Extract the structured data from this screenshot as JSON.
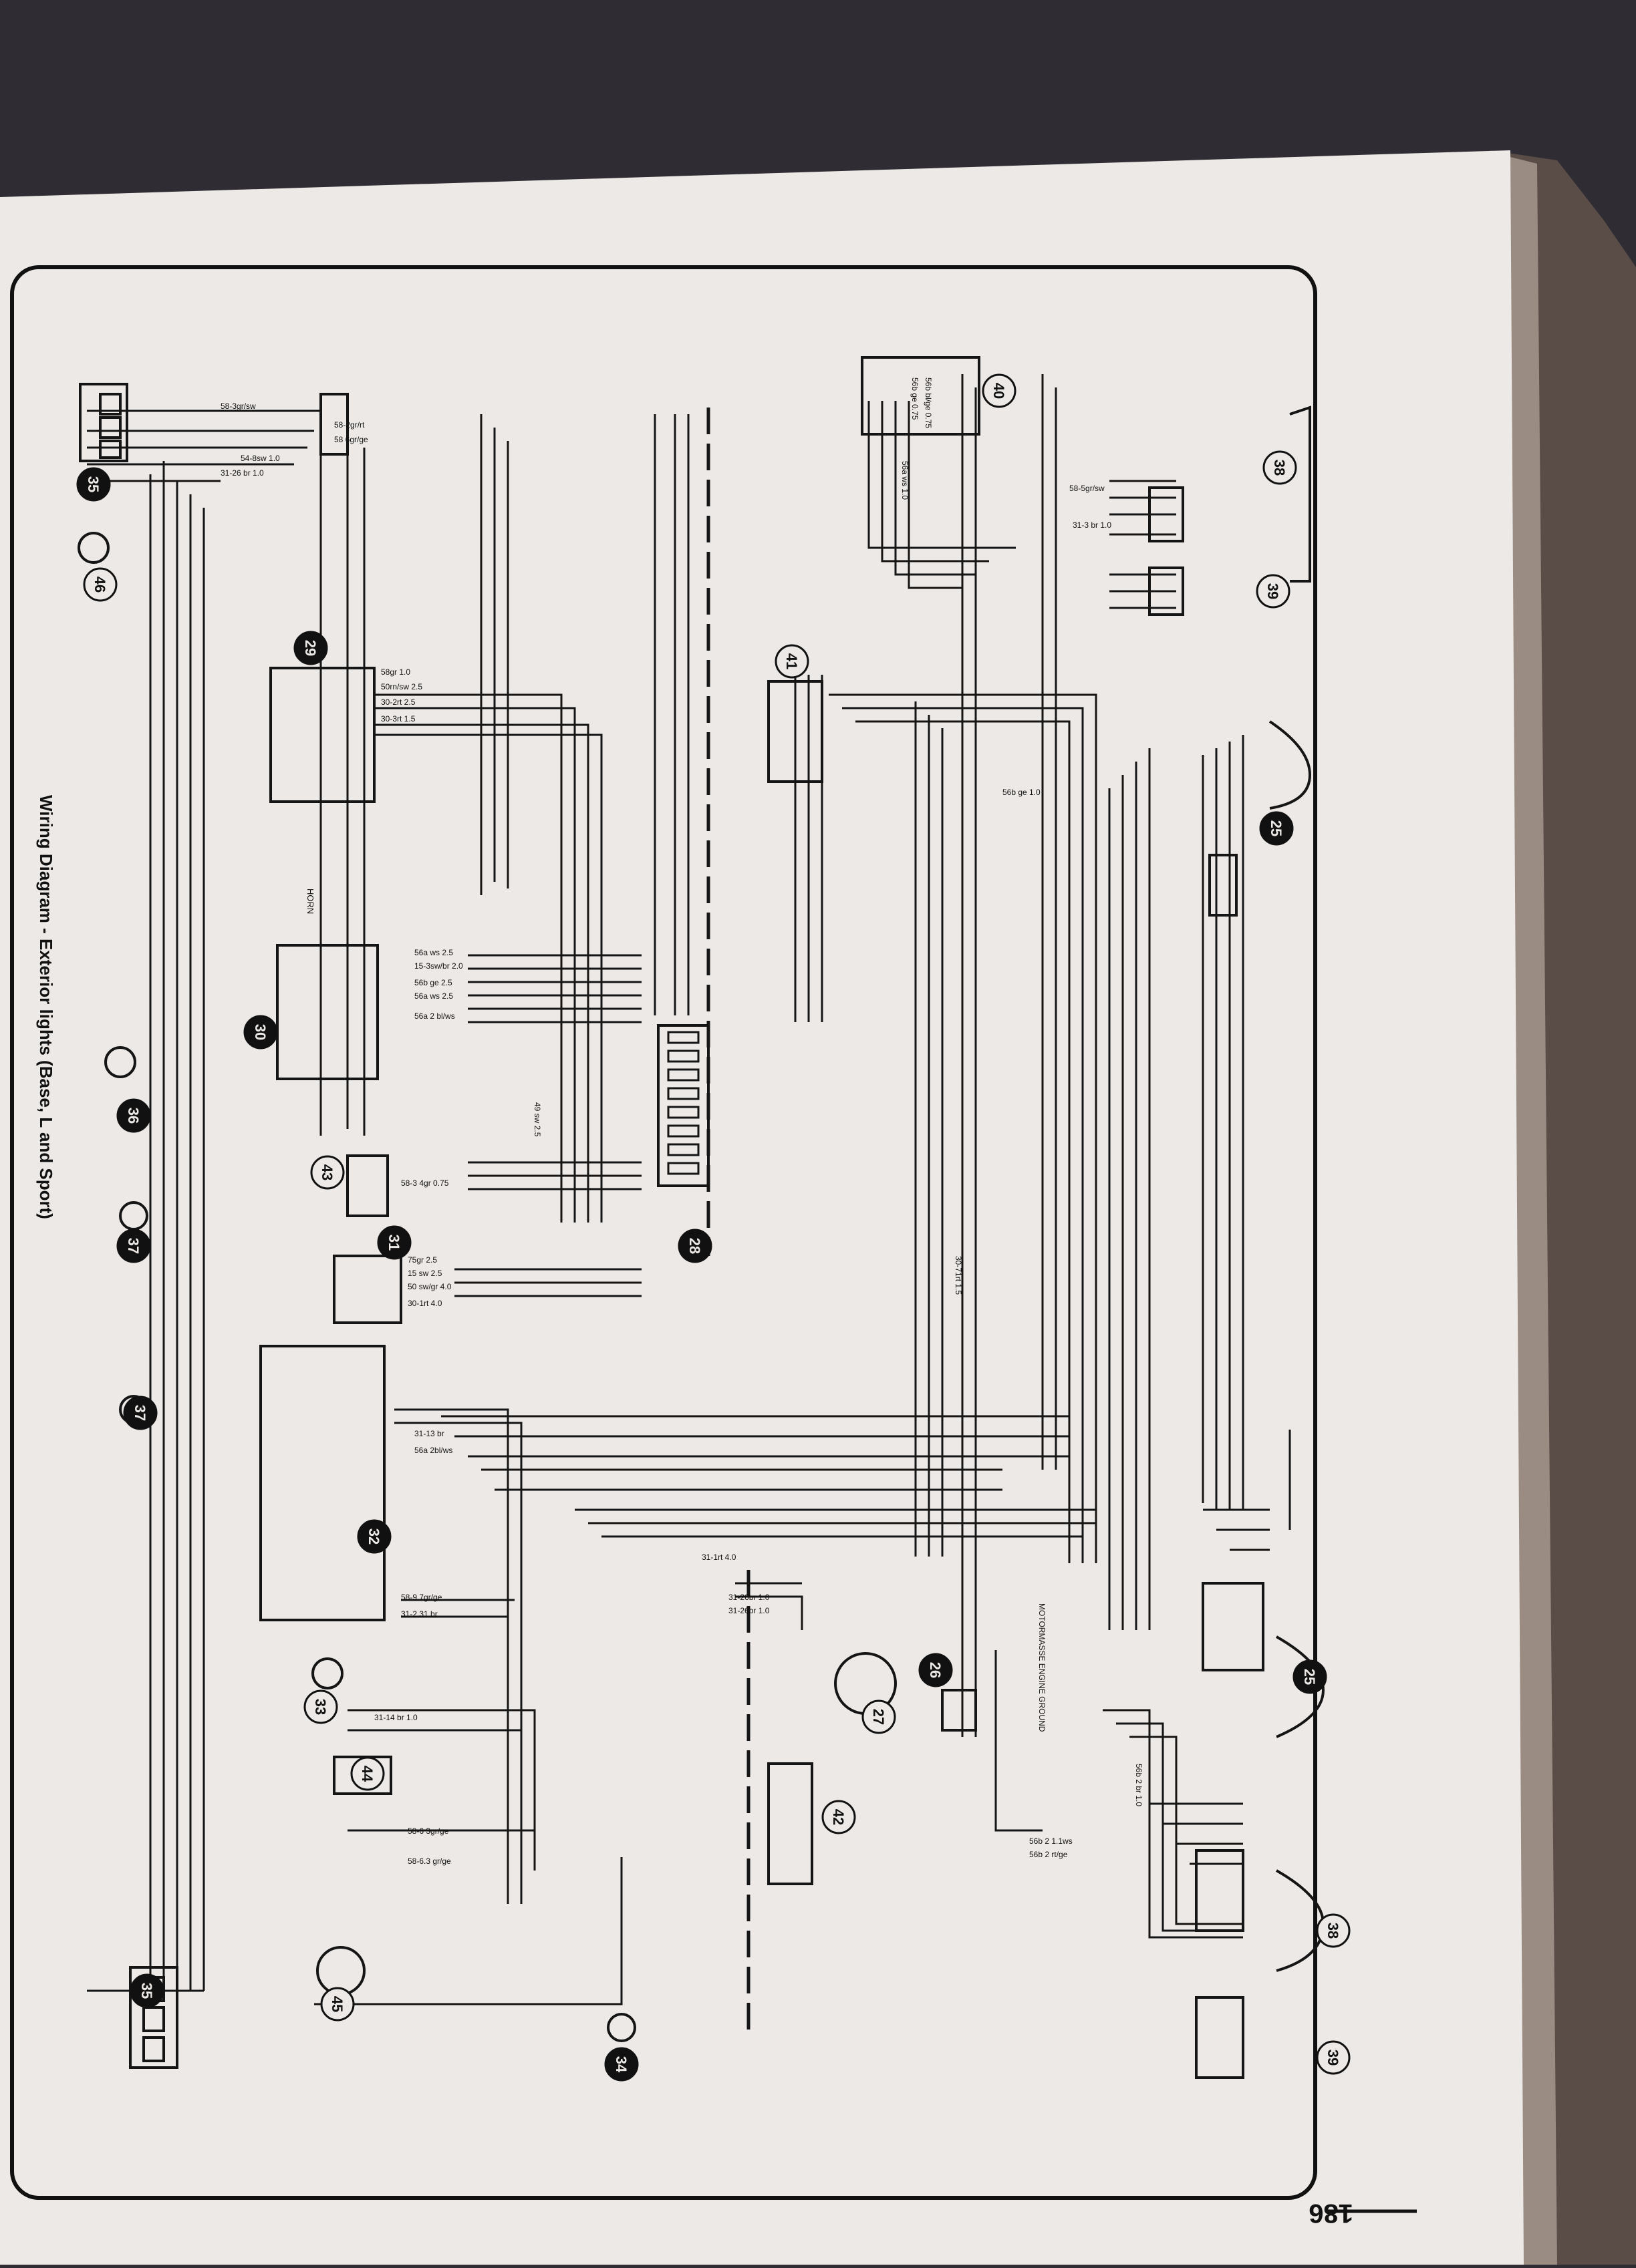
{
  "page": {
    "number": "186",
    "title": "Wiring Diagram - Exterior lights (Base, L and Sport)",
    "horn_label": "HORN",
    "ground_label": "MOTORMASSE\nENGINE GROUND"
  },
  "components": [
    "25",
    "25",
    "26",
    "27",
    "28",
    "29",
    "30",
    "31",
    "32",
    "33",
    "34",
    "35",
    "35",
    "36",
    "37",
    "37",
    "38",
    "38",
    "39",
    "39",
    "40",
    "41",
    "42",
    "43",
    "44",
    "45",
    "46"
  ],
  "wire_labels": {
    "a": "58-3gr/sw",
    "b": "58-2gr/rt",
    "c": "58 6gr/ge",
    "d": "54-8sw 1.0",
    "e": "31-26 br 1.0",
    "f": "58-5gr/sw",
    "g": "56a ws 1.0",
    "h": "56a ws 2.5",
    "i": "56b ge 1.0",
    "j": "58gr 1.0",
    "k": "50rn/sw 2.5",
    "l": "30-2rt 2.5",
    "m": "30-3rt 1.5",
    "n": "56a ws 2.5",
    "o": "15-3sw/br 2.0",
    "p": "56b ge 2.5",
    "q": "56a 2 bl/ws",
    "r": "49 sw 2.5",
    "s": "58-3 4gr 0.75",
    "t": "75gr 2.5",
    "u": "15 sw 2.5",
    "v": "50 sw/gr 4.0",
    "w": "30-1rt 4.0",
    "x": "31-13 br",
    "y": "56a 2bl/ws",
    "z": "58-9.7gr/ge",
    "aa": "31-2 31 br",
    "ab": "58-6 3gr/ge",
    "ac": "31-14 br 1.0",
    "ad": "58-6.3 gr/ge",
    "ae": "30-71rt 1.5",
    "af": "31-1rt 4.0",
    "ag": "31-26br 1.0",
    "ah": "31-26br 1.0",
    "ai": "56b 2 1.1ws",
    "aj": "56b 2 rt/ge",
    "ak": "31-3 br 1.0",
    "al": "56b ge 0.75",
    "am": "56b bl/ge 0.75",
    "an": "56b 2 br 1.0"
  }
}
